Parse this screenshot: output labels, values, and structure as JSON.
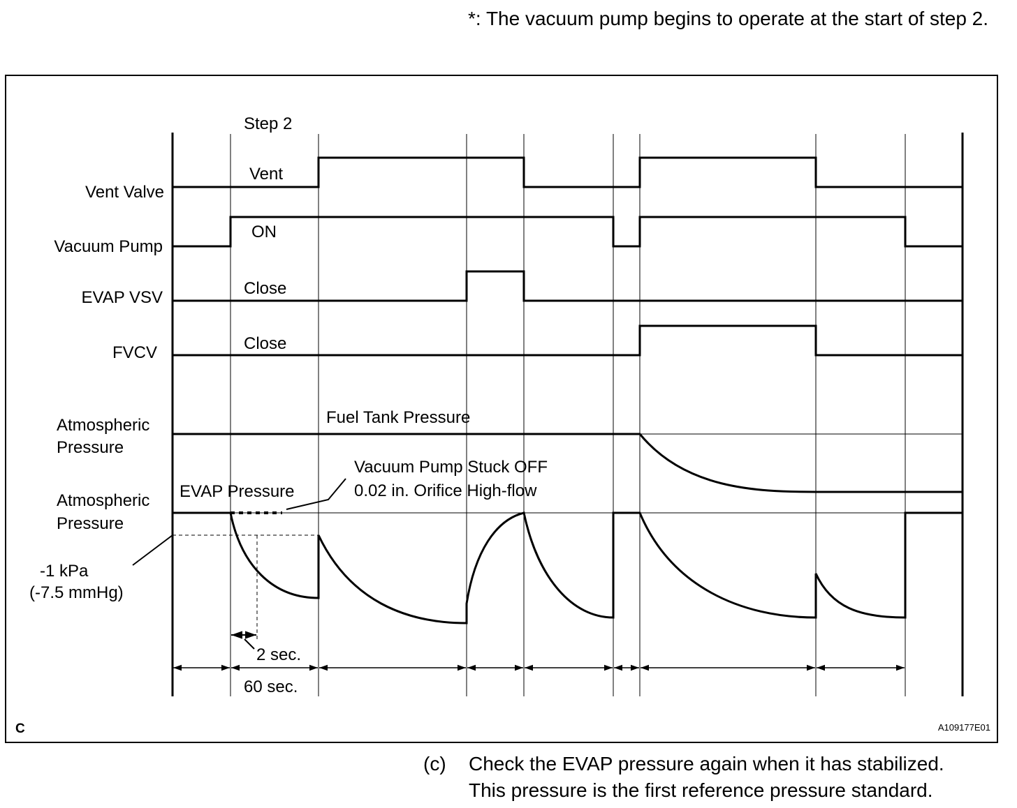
{
  "note": "*: The vacuum pump begins to operate at the start of step 2.",
  "diagram": {
    "step_label": "Step 2",
    "signals": {
      "vent_valve": "Vent Valve",
      "vacuum_pump": "Vacuum Pump",
      "evap_vsv": "EVAP VSV",
      "fvcv": "FVCV",
      "atmospheric_1_line1": "Atmospheric",
      "atmospheric_1_line2": "Pressure",
      "atmospheric_2_line1": "Atmospheric",
      "atmospheric_2_line2": "Pressure"
    },
    "annotations": {
      "vent": "Vent",
      "on": "ON",
      "close_vsv": "Close",
      "close_fvcv": "Close",
      "fuel_tank_pressure": "Fuel Tank Pressure",
      "evap_pressure": "EVAP Pressure",
      "stuck_off_line1": "Vacuum Pump Stuck OFF",
      "stuck_off_line2": "0.02 in. Orifice High-flow",
      "kpa": "-1 kPa",
      "mmhg": "(-7.5 mmHg)",
      "two_sec": "2 sec.",
      "sixty_sec": "60 sec."
    },
    "corner_label": "C",
    "figure_id": "A109177E01"
  },
  "footer": {
    "label": "(c)",
    "line1": "Check the EVAP pressure again when it has stabilized.",
    "line2": "This pressure is the first reference pressure standard."
  }
}
